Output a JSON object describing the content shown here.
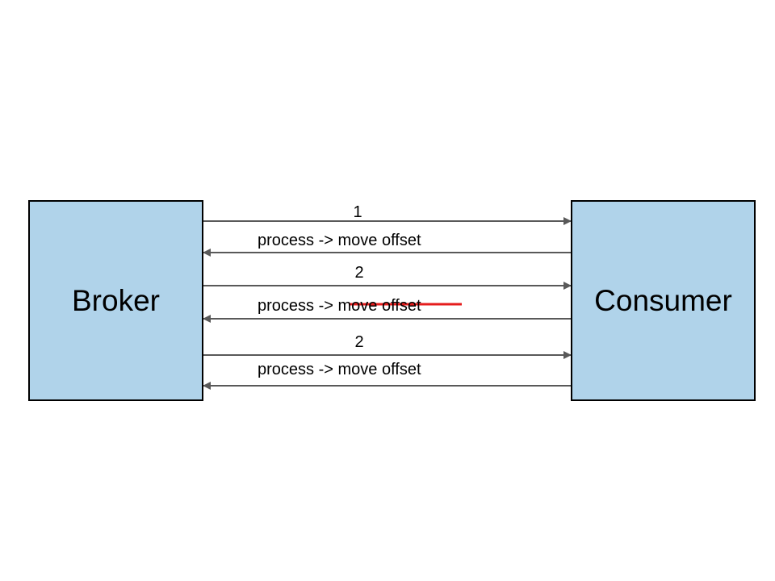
{
  "nodes": {
    "broker": "Broker",
    "consumer": "Consumer"
  },
  "messages": [
    {
      "direction": "broker-to-consumer",
      "label": "1"
    },
    {
      "direction": "consumer-to-broker",
      "label_prefix": "process -> ",
      "label_action": "move offset",
      "struck": false
    },
    {
      "direction": "broker-to-consumer",
      "label": "2"
    },
    {
      "direction": "consumer-to-broker",
      "label_prefix": "process -> ",
      "label_action": "move offset",
      "struck": true
    },
    {
      "direction": "broker-to-consumer",
      "label": "2"
    },
    {
      "direction": "consumer-to-broker",
      "label_prefix": "process -> ",
      "label_action": "move offset",
      "struck": false
    }
  ],
  "colors": {
    "box_fill": "#b0d3ea",
    "arrow": "#595959",
    "strike": "#e51c1c"
  }
}
